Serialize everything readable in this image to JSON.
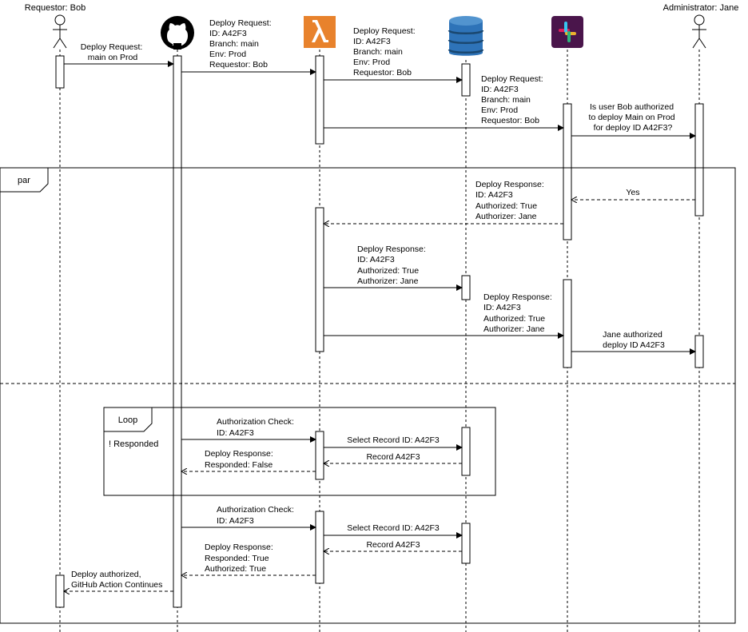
{
  "participants": {
    "requestor": {
      "label": "Requestor: Bob",
      "icon": "person-icon"
    },
    "github": {
      "label": "",
      "icon": "github-icon"
    },
    "lambda": {
      "label": "",
      "icon": "aws-lambda-icon",
      "color": "#E8822C"
    },
    "dynamodb": {
      "label": "",
      "icon": "dynamodb-icon",
      "color": "#2E73B8"
    },
    "slack": {
      "label": "",
      "icon": "slack-icon",
      "color": "#4A154B"
    },
    "administrator": {
      "label": "Administrator: Jane",
      "icon": "person-icon"
    }
  },
  "frames": {
    "par": {
      "label": "par"
    },
    "loop": {
      "label": "Loop",
      "guard": "! Responded"
    }
  },
  "messages": [
    {
      "id": "m1",
      "from": "requestor",
      "to": "github",
      "style": "solid",
      "lines": [
        "Deploy Request:",
        "main on Prod"
      ]
    },
    {
      "id": "m2",
      "from": "github",
      "to": "lambda",
      "style": "solid",
      "lines": [
        "Deploy Request:",
        "ID: A42F3",
        "Branch: main",
        "Env: Prod",
        "Requestor: Bob"
      ]
    },
    {
      "id": "m3",
      "from": "lambda",
      "to": "dynamodb",
      "style": "solid",
      "lines": [
        "Deploy Request:",
        "ID: A42F3",
        "Branch: main",
        "Env: Prod",
        "Requestor: Bob"
      ]
    },
    {
      "id": "m4",
      "from": "lambda",
      "to": "slack",
      "style": "solid",
      "lines": [
        "Deploy Request:",
        "ID: A42F3",
        "Branch: main",
        "Env: Prod",
        "Requestor: Bob"
      ]
    },
    {
      "id": "m5",
      "from": "slack",
      "to": "administrator",
      "style": "solid",
      "lines": [
        "Is user Bob authorized",
        "to deploy Main on Prod",
        "for deploy ID A42F3?"
      ]
    },
    {
      "id": "m6",
      "from": "administrator",
      "to": "slack",
      "style": "dashed",
      "lines": [
        "Yes"
      ]
    },
    {
      "id": "m7",
      "from": "slack",
      "to": "lambda",
      "style": "dashed",
      "lines": [
        "Deploy Response:",
        "ID: A42F3",
        "Authorized: True",
        "Authorizer: Jane"
      ]
    },
    {
      "id": "m8",
      "from": "lambda",
      "to": "dynamodb",
      "style": "solid",
      "lines": [
        "Deploy Response:",
        "ID: A42F3",
        "Authorized: True",
        "Authorizer: Jane"
      ]
    },
    {
      "id": "m9",
      "from": "lambda",
      "to": "slack",
      "style": "solid",
      "lines": [
        "Deploy Response:",
        "ID: A42F3",
        "Authorized: True",
        "Authorizer: Jane"
      ]
    },
    {
      "id": "m10",
      "from": "slack",
      "to": "administrator",
      "style": "solid",
      "lines": [
        "Jane authorized",
        "deploy ID A42F3"
      ]
    },
    {
      "id": "m11",
      "from": "github",
      "to": "lambda",
      "style": "solid",
      "lines": [
        "Authorization Check:",
        "ID: A42F3"
      ]
    },
    {
      "id": "m12",
      "from": "lambda",
      "to": "dynamodb",
      "style": "solid",
      "lines": [
        "Select Record ID: A42F3"
      ]
    },
    {
      "id": "m13",
      "from": "dynamodb",
      "to": "lambda",
      "style": "dashed",
      "lines": [
        "Record A42F3"
      ]
    },
    {
      "id": "m14",
      "from": "lambda",
      "to": "github",
      "style": "dashed",
      "lines": [
        "Deploy Response:",
        "Responded: False"
      ]
    },
    {
      "id": "m15",
      "from": "github",
      "to": "lambda",
      "style": "solid",
      "lines": [
        "Authorization Check:",
        "ID: A42F3"
      ]
    },
    {
      "id": "m16",
      "from": "lambda",
      "to": "dynamodb",
      "style": "solid",
      "lines": [
        "Select Record ID: A42F3"
      ]
    },
    {
      "id": "m17",
      "from": "dynamodb",
      "to": "lambda",
      "style": "dashed",
      "lines": [
        "Record A42F3"
      ]
    },
    {
      "id": "m18",
      "from": "lambda",
      "to": "github",
      "style": "dashed",
      "lines": [
        "Deploy Response:",
        "Responded: True",
        "Authorized: True"
      ]
    },
    {
      "id": "m19",
      "from": "github",
      "to": "requestor",
      "style": "dashed",
      "lines": [
        "Deploy authorized,",
        "GitHub Action Continues"
      ]
    }
  ]
}
